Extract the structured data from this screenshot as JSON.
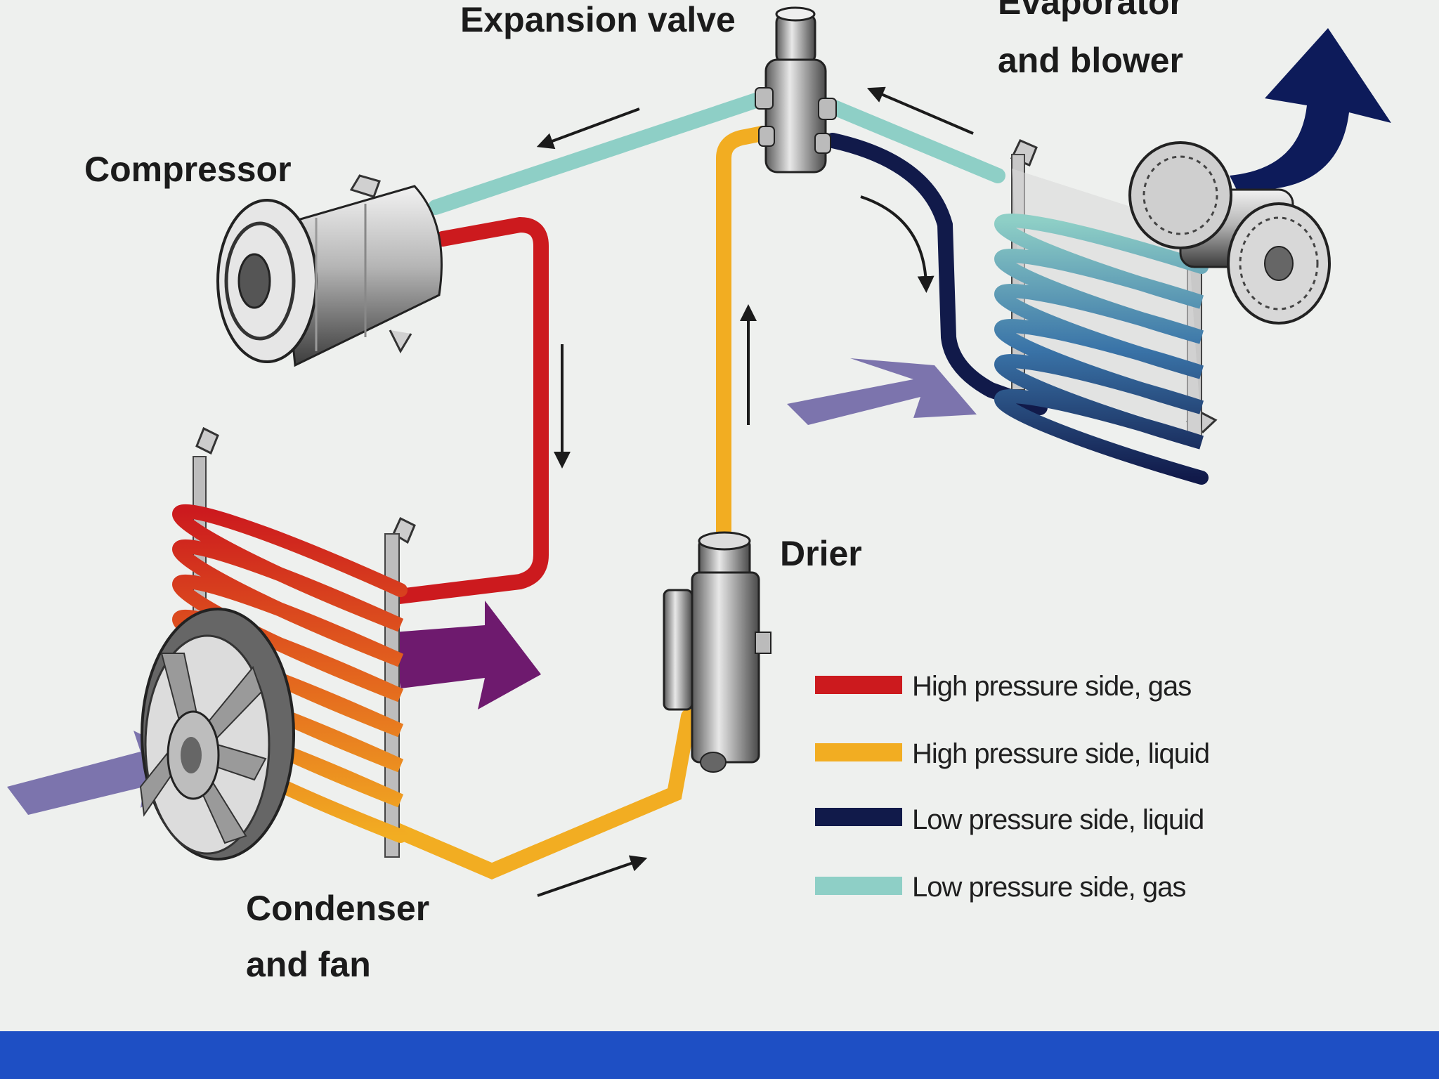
{
  "labels": {
    "expansion_valve": "Expansion valve",
    "evaporator_line1": "Evaporator",
    "evaporator_line2": "and blower",
    "compressor": "Compressor",
    "drier": "Drier",
    "condenser_line1": "Condenser",
    "condenser_line2": "and fan"
  },
  "legend": [
    {
      "text": "High pressure side, gas",
      "color": "#cc1a1e"
    },
    {
      "text": "High pressure side, liquid",
      "color": "#f2ad22"
    },
    {
      "text": "Low pressure side, liquid",
      "color": "#111a4a"
    },
    {
      "text": "Low pressure side, gas",
      "color": "#8ecfc6"
    }
  ],
  "colors": {
    "background": "#eef0ee",
    "footer_bar": "#1e4fc4",
    "air_arrow": "#7c74ad",
    "hot_air_arrow": "#6e1a6e",
    "cool_air_arrow": "#0d1b5a"
  }
}
